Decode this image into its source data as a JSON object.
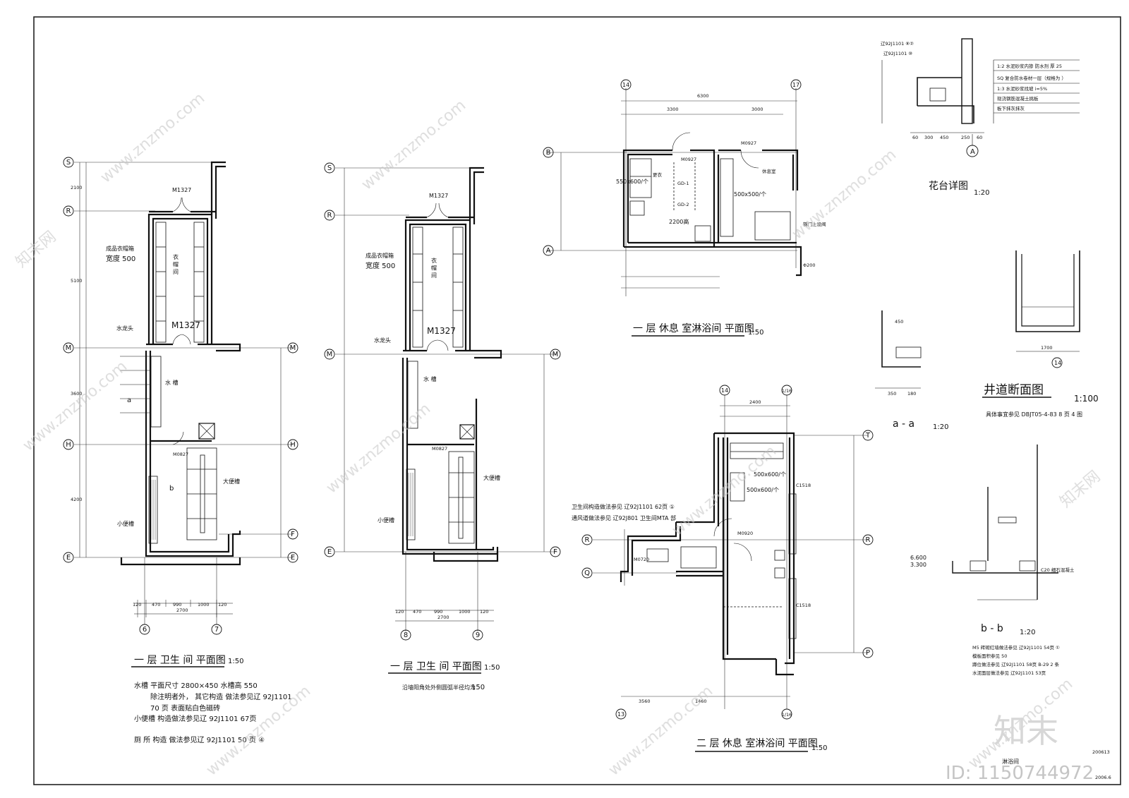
{
  "plan1": {
    "title": "一 层 卫生  间 平面图",
    "scale": "1:50",
    "axes": {
      "S": "S",
      "R": "R",
      "M": "M",
      "H": "H",
      "F": "F",
      "E": "E",
      "n6": "6",
      "n7": "7"
    },
    "door_top": "M1327",
    "door_mid": "M1327",
    "door_lower": "M0827",
    "room_name": "衣 帽 间",
    "locker_label": "成品衣帽箱",
    "locker_width": "宽度 500",
    "tap_label": "水龙头",
    "sink_label": "水 槽",
    "urinal_label": "小便槽",
    "toilet_label": "大便槽",
    "section_a": "a",
    "section_b": "b",
    "dims_bottom": [
      "120",
      "470",
      "990",
      "1000",
      "120"
    ],
    "dim_total": "2700",
    "dims_left": [
      "2100",
      "5100",
      "3600",
      "4200"
    ],
    "note1": "水槽   平面尺寸  2800×450   水槽高   550",
    "note2": "除注明者外， 其它构造  做法参见辽  92J1101",
    "note3": "70 页  表面贴白色磁砖",
    "note4": "小便槽        构造做法参见辽    92J1101   67页",
    "note5": "厕 所  构造  做法参见辽   92J1101   50 页 ④"
  },
  "plan2": {
    "title": "一 层 卫生  间 平面图",
    "scale": "1:50",
    "axes": {
      "S": "S",
      "R": "R",
      "M": "M",
      "E": "E",
      "F": "F",
      "n8": "8",
      "n9": "9"
    },
    "door_top": "M1327",
    "door_mid": "M1327",
    "door_lower": "M0827",
    "room_name": "衣 帽 间",
    "locker_label": "成品衣帽箱",
    "locker_width": "宽度 500",
    "tap_label": "水龙头",
    "sink_label": "水 槽",
    "urinal_label": "小便槽",
    "toilet_label": "大便槽",
    "dims_bottom": [
      "120",
      "470",
      "990",
      "1000",
      "120"
    ],
    "dim_total": "2700",
    "note": "沿墙阳角处外侧圆弧半径均为",
    "note_value": "150"
  },
  "plan3": {
    "title": "一 层 休息  室淋浴间  平面图",
    "scale": "1:50",
    "axes": {
      "n14": "14",
      "n17": "17",
      "B": "B",
      "A": "A"
    },
    "dim_top_total": "6300",
    "dims_top": [
      "3300",
      "3000"
    ],
    "doors": [
      "M0927",
      "M0927"
    ],
    "gd": [
      "GD-1",
      "GD-2"
    ],
    "mirror1": "550x600/个",
    "mirror2": "500x500/个",
    "room_bath": "更衣",
    "room_rest": "休息室",
    "note": "钢门上设阀",
    "dim_2200": "2200高",
    "pipe": "Φ200"
  },
  "plan4": {
    "title": "二 层 休息  室淋浴间  平面图",
    "scale": "1:50",
    "axes": {
      "n14": "14",
      "n1_16": "1/16",
      "T": "T",
      "R": "R",
      "Q": "Q",
      "P": "P",
      "n13": "13"
    },
    "dim_top": "2400",
    "mirror1": "500x600/个",
    "mirror2": "500x600/个",
    "door1": "M0920",
    "door2": "M0720",
    "ref1": "卫生间构造做法参见    辽92J1101 62页 ①",
    "ref2": "通风道做法参见         辽92J801  卫生间MTA 部",
    "dims_bottom": [
      "3560",
      "1460"
    ],
    "c": [
      "C1518",
      "C1518"
    ]
  },
  "detail_flower": {
    "title": "花台详图",
    "scale": "1:20",
    "ref1": "辽92J1101 ⑩",
    "ref2": "辽92J1101 ⑧②",
    "layers": [
      "1:2 水泥砂浆内掺  防水剂  厚   25",
      "SQ 复合防水卷材一层（规格为  ）",
      "1:3 水泥砂浆找坡        i=5%",
      "现浇钢筋混凝土挑板",
      "板下抹灰抹灰"
    ],
    "dims": [
      "60",
      "300",
      "450",
      "250",
      "60"
    ],
    "axis": "A"
  },
  "detail_shaft": {
    "title": "井道断面图",
    "scale": "1:100",
    "ref": "具体事宜参见    DBJT05-4-83 8   页 4 图",
    "dim": "1700",
    "axis": "14"
  },
  "detail_aa": {
    "title": "a - a",
    "scale": "1:20",
    "dims": [
      "450",
      "350",
      "180"
    ]
  },
  "detail_bb": {
    "title": "b - b",
    "scale": "1:20",
    "level1": "6.600",
    "level2": "3.300",
    "ref1": "M5 砖砌红墙做法参见    辽92J1101 54页 ①",
    "ref2": "模板面积参见     50",
    "ref3": "蹲位做法参见       辽92J1101 58页  B-29 2 条",
    "ref4": "水泥面层做法参见    辽92J1101 53页",
    "note": "C20 细石混凝土"
  },
  "titleblock": {
    "code": "200613",
    "label": "淋浴间",
    "sheet": "2006.6"
  },
  "watermark": {
    "brand": "知末",
    "id": "ID: 1150744972",
    "site": "www.znzmo.com",
    "site_cn": "知末网"
  }
}
